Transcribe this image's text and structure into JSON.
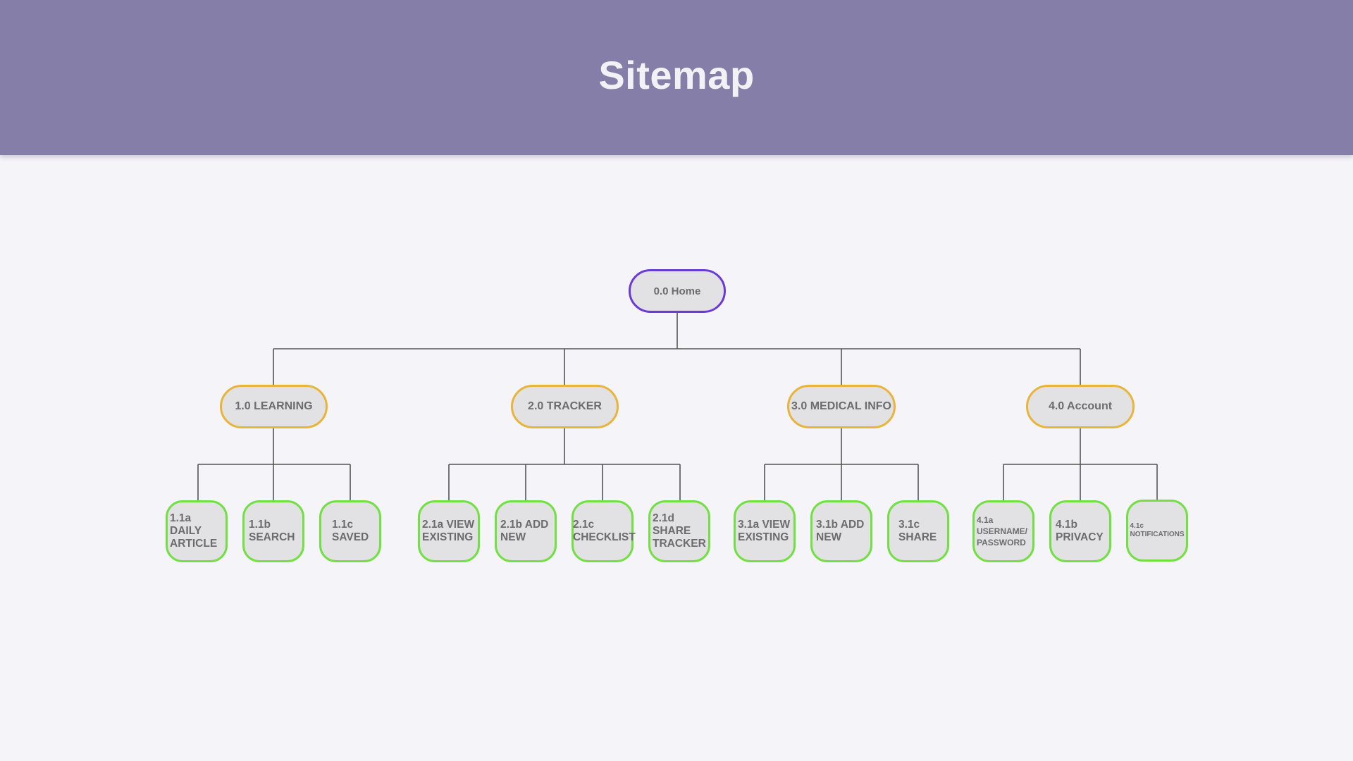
{
  "header": {
    "title": "Sitemap",
    "background": "#857ea8"
  },
  "colors": {
    "root_border": "#6a3ad6",
    "section_border": "#e9b43a",
    "leaf_border": "#72e043",
    "node_fill": "#e2e1e4",
    "connector": "#555555"
  },
  "sitemap": {
    "root": {
      "label": "0.0 Home"
    },
    "sections": [
      {
        "label": "1.0 LEARNING",
        "children": [
          {
            "label": "1.1a DAILY ARTICLE"
          },
          {
            "label": "1.1b SEARCH"
          },
          {
            "label": "1.1c SAVED"
          }
        ]
      },
      {
        "label": "2.0 TRACKER",
        "children": [
          {
            "label": "2.1a VIEW EXISTING"
          },
          {
            "label": "2.1b ADD NEW"
          },
          {
            "label": "2.1c CHECKLIST"
          },
          {
            "label": "2.1d SHARE TRACKER"
          }
        ]
      },
      {
        "label": "3.0 MEDICAL INFO",
        "children": [
          {
            "label": "3.1a VIEW EXISTING"
          },
          {
            "label": "3.1b ADD NEW"
          },
          {
            "label": "3.1c SHARE"
          }
        ]
      },
      {
        "label": "4.0 Account",
        "children": [
          {
            "label": "4.1a USERNAME/ PASSWORD"
          },
          {
            "label": "4.1b PRIVACY"
          },
          {
            "label": "4.1c NOTIFICATIONS"
          }
        ]
      }
    ]
  }
}
